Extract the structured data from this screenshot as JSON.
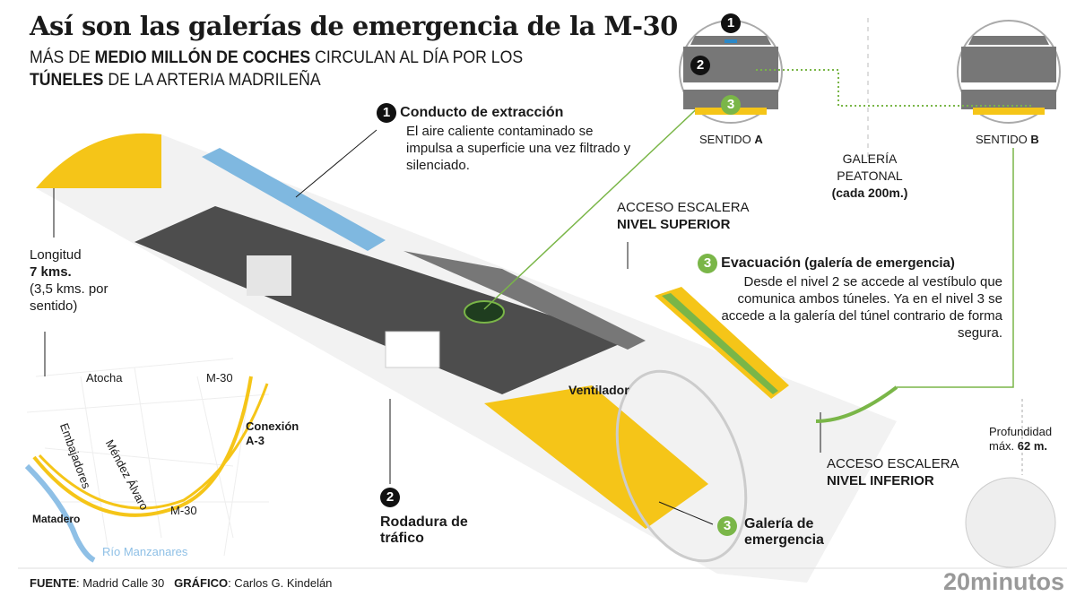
{
  "header": {
    "title": "Así son las galerías de emergencia de la M-30",
    "subtitle_parts": [
      "MÁS DE ",
      "MEDIO MILLÓN DE COCHES",
      " CIRCULAN AL DÍA POR LOS ",
      "TÚNELES",
      " DE LA ARTERIA MADRILEÑA"
    ]
  },
  "callouts": {
    "c1": {
      "number": "1",
      "title": "Conducto de extracción",
      "text": "El aire caliente contaminado se impulsa a superficie una vez filtrado y silenciado."
    },
    "c2": {
      "number": "2",
      "title": "Rodadura de tráfico"
    },
    "c3a": {
      "number": "3",
      "title": "Evacuación",
      "title_suffix": " (galería de emergencia)",
      "text": "Desde el nivel 2 se accede al vestíbulo que comunica ambos túneles. Ya en el nivel 3 se accede a la galería del túnel contrario de forma segura."
    },
    "c3b": {
      "number": "3",
      "title": "Galería de emergencia"
    },
    "ventilador": "Ventilador",
    "acceso_sup": {
      "line1": "ACCESO ESCALERA",
      "line2": "NIVEL SUPERIOR"
    },
    "acceso_inf": {
      "line1": "ACCESO ESCALERA",
      "line2": "NIVEL INFERIOR"
    }
  },
  "length": {
    "label": "Longitud",
    "value": "7 kms.",
    "note": "(3,5 kms. por sentido)"
  },
  "cross_section": {
    "sentido_a": {
      "prefix": "SENTIDO ",
      "letter": "A"
    },
    "sentido_b": {
      "prefix": "SENTIDO ",
      "letter": "B"
    },
    "gallery": {
      "line1": "GALERÍA",
      "line2": "PEATONAL",
      "line3": "(cada 200m.)"
    },
    "levels": [
      "1",
      "2",
      "3"
    ]
  },
  "depth": {
    "label1": "Profundidad",
    "label2": "máx. ",
    "value": "62 m."
  },
  "map": {
    "atocha": "Atocha",
    "m30_top": "M-30",
    "m30_bottom": "M-30",
    "conexion": "Conexión",
    "a3": "A-3",
    "mendez": "Méndez Álvaro",
    "embajadores": "Embajadores",
    "matadero": "Matadero",
    "rio": "Río Manzanares"
  },
  "footer": {
    "fuente_label": "FUENTE",
    "fuente": ": Madrid Calle 30",
    "grafico_label": "GRÁFICO",
    "grafico": ": Carlos G. Kindelán",
    "brand": "20minutos"
  },
  "colors": {
    "yellow": "#f5c518",
    "green": "#7ab648",
    "blue": "#7fb8e0",
    "grey": "#6e6e6e"
  }
}
